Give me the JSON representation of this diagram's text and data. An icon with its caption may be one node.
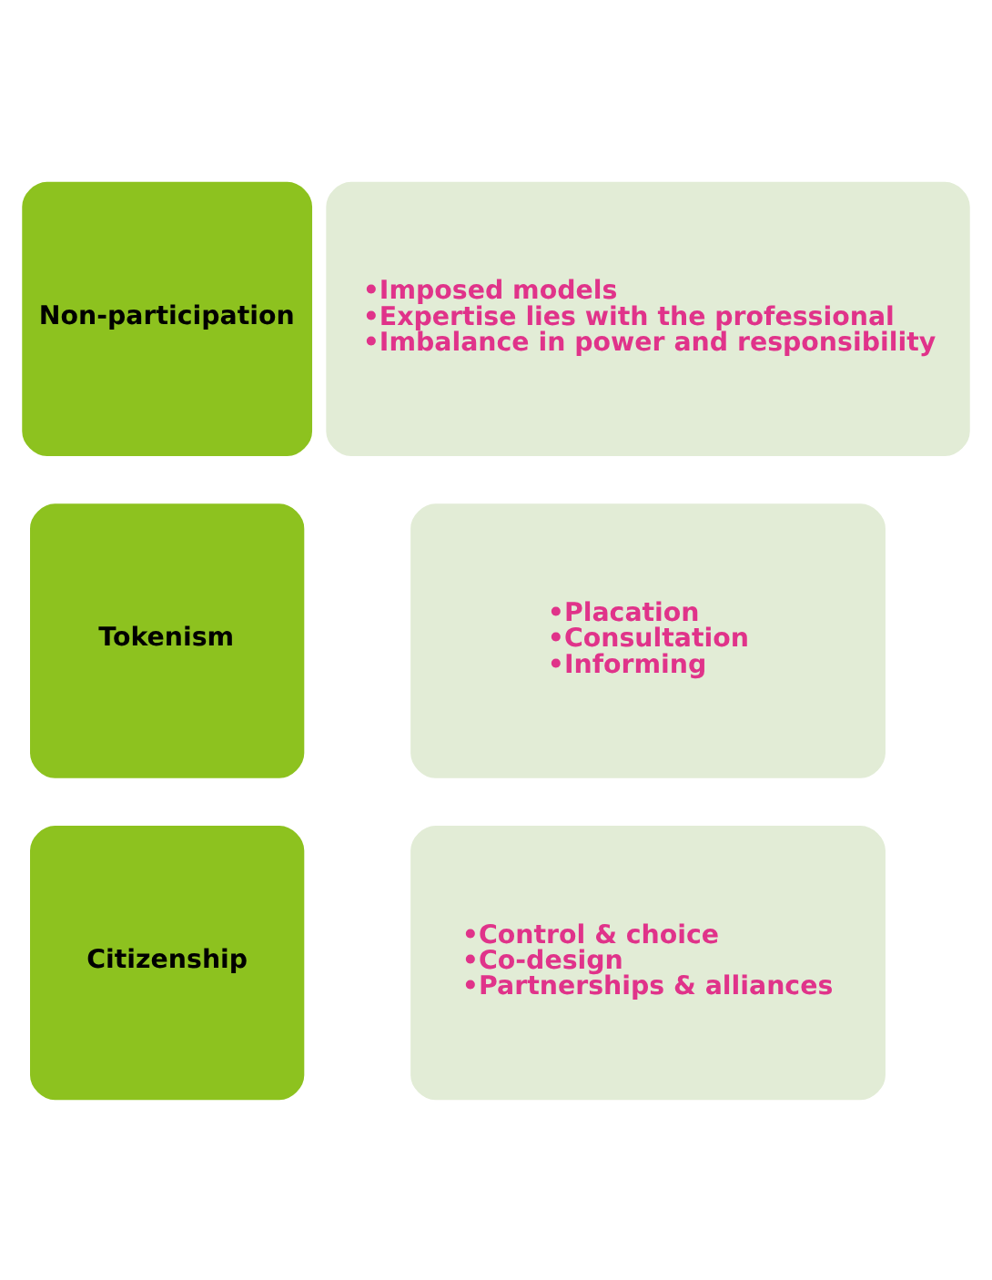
{
  "diagram": {
    "nodes": [
      {
        "text": [
          "Citizenship"
        ]
      },
      {
        "text": [
          "•Control & choice",
          "•Co-design",
          "•Partnerships & alliances"
        ]
      },
      {
        "text": [
          "Tokenism"
        ]
      },
      {
        "text": [
          "•Placation",
          "•Consultation",
          "•Informing"
        ]
      },
      {
        "text": [
          "Non-participation"
        ]
      },
      {
        "text": [
          "•Imposed models",
          "•Expertise lies with the professional",
          "•Imbalance in power and responsibility"
        ]
      }
    ],
    "edges": []
  }
}
